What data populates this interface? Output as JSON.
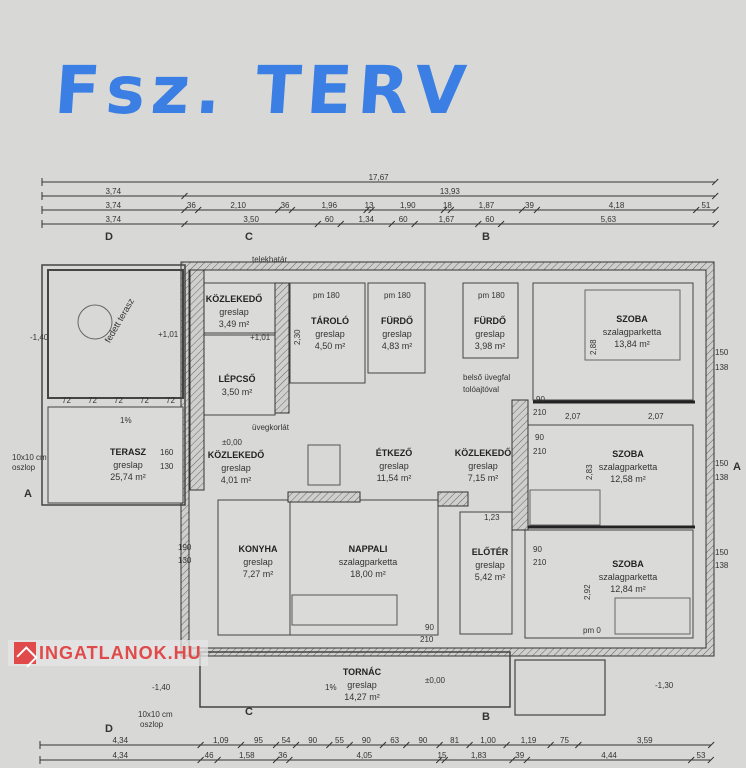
{
  "title": "Fsz. TERV",
  "watermark": "INGATLANOK.HU",
  "rooms": {
    "kozlekedo1": {
      "name": "KÖZLEKEDŐ",
      "floor": "greslap",
      "area": "3,49 m²"
    },
    "tarolo": {
      "name": "TÁROLÓ",
      "floor": "greslap",
      "area": "4,50 m²"
    },
    "furdo1": {
      "name": "FÜRDŐ",
      "floor": "greslap",
      "area": "4,83 m²"
    },
    "furdo2": {
      "name": "FÜRDŐ",
      "floor": "greslap",
      "area": "3,98 m²"
    },
    "szoba1": {
      "name": "SZOBA",
      "floor": "szalagparketta",
      "area": "13,84 m²"
    },
    "lepcso": {
      "name": "LÉPCSŐ",
      "area": "3,50 m²"
    },
    "terasz": {
      "name": "TERASZ",
      "floor": "greslap",
      "area": "25,74 m²"
    },
    "fedett": {
      "name": "fedett terasz"
    },
    "kozlekedo2": {
      "name": "KÖZLEKEDŐ",
      "floor": "greslap",
      "area": "4,01 m²"
    },
    "etkezo": {
      "name": "ÉTKEZŐ",
      "floor": "greslap",
      "area": "11,54 m²"
    },
    "kozlekedo3": {
      "name": "KÖZLEKEDŐ",
      "floor": "greslap",
      "area": "7,15 m²"
    },
    "szoba2": {
      "name": "SZOBA",
      "floor": "szalagparketta",
      "area": "12,58 m²"
    },
    "konyha": {
      "name": "KONYHA",
      "floor": "greslap",
      "area": "7,27 m²"
    },
    "nappali": {
      "name": "NAPPALI",
      "floor": "szalagparketta",
      "area": "18,00 m²"
    },
    "eloter": {
      "name": "ELŐTÉR",
      "floor": "greslap",
      "area": "5,42 m²"
    },
    "szoba3": {
      "name": "SZOBA",
      "floor": "szalagparketta",
      "area": "12,84 m²"
    },
    "tornac": {
      "name": "TORNÁC",
      "floor": "greslap",
      "area": "14,27 m²"
    }
  },
  "dimensions_top": [
    [
      "17,67"
    ],
    [
      "3,74",
      "13,93"
    ],
    [
      "3,74",
      "36",
      "2,10",
      "36",
      "1,96",
      "13",
      "1,90",
      "18",
      "1,87",
      "39",
      "4,18",
      "51"
    ],
    [
      "3,74",
      "3,50",
      "60",
      "1,34",
      "60",
      "1,67",
      "60",
      "5,63"
    ]
  ],
  "dimensions_bottom": [
    [
      "4,34",
      "1,09",
      "95",
      "54",
      "90",
      "55",
      "90",
      "63",
      "90",
      "81",
      "1,00",
      "1,19",
      "75",
      "3,59"
    ],
    [
      "4,34",
      "46",
      "1,58",
      "36",
      "4,05",
      "15",
      "1,83",
      "39",
      "4,44",
      "53"
    ]
  ],
  "annotations": [
    "-1,40",
    "+1,01",
    "+1,01",
    "±0,00",
    "±0,00",
    "-1,40",
    "-1,30",
    "üvegkorlát",
    "belső üvegfal",
    "tolóajtóval",
    "10x10 cm",
    "oszlop",
    "10x10 cm",
    "oszlop",
    "1%",
    "1%",
    "pm 180",
    "pm 180",
    "pm 180",
    "pm 0",
    "90",
    "210",
    "90",
    "210",
    "90",
    "210",
    "90",
    "210",
    "150",
    "138",
    "150",
    "138",
    "150",
    "138",
    "160",
    "130",
    "190",
    "130",
    "2,30",
    "2,88",
    "2,83",
    "2,92",
    "2,07",
    "2,07",
    "1,23",
    "72",
    "72",
    "72",
    "72",
    "72",
    "A",
    "A",
    "B",
    "B",
    "C",
    "C",
    "D",
    "D",
    "telekhatár"
  ]
}
